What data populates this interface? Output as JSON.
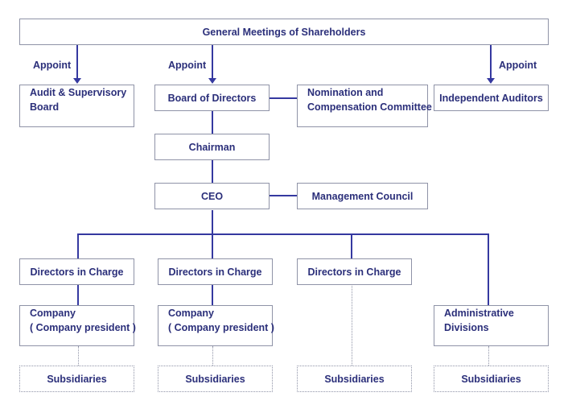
{
  "diagram": {
    "nodes": {
      "gms": "General Meetings of Shareholders",
      "audit": [
        "Audit & Supervisory",
        "Board"
      ],
      "board": "Board of Directors",
      "nomination": [
        "Nomination and",
        "Compensation Committee"
      ],
      "independent": "Independent Auditors",
      "chairman": "Chairman",
      "ceo": "CEO",
      "mgmt": "Management Council",
      "dic1": "Directors in Charge",
      "dic2": "Directors in Charge",
      "dic3": "Directors in Charge",
      "company1": [
        "Company",
        "( Company president )"
      ],
      "company2": [
        "Company",
        "( Company president )"
      ],
      "admin": [
        "Administrative",
        "Divisions"
      ],
      "sub1": "Subsidiaries",
      "sub2": "Subsidiaries",
      "sub3": "Subsidiaries",
      "sub4": "Subsidiaries"
    },
    "labels": {
      "appoint_left": "Appoint",
      "appoint_middle": "Appoint",
      "appoint_right": "Appoint"
    }
  }
}
